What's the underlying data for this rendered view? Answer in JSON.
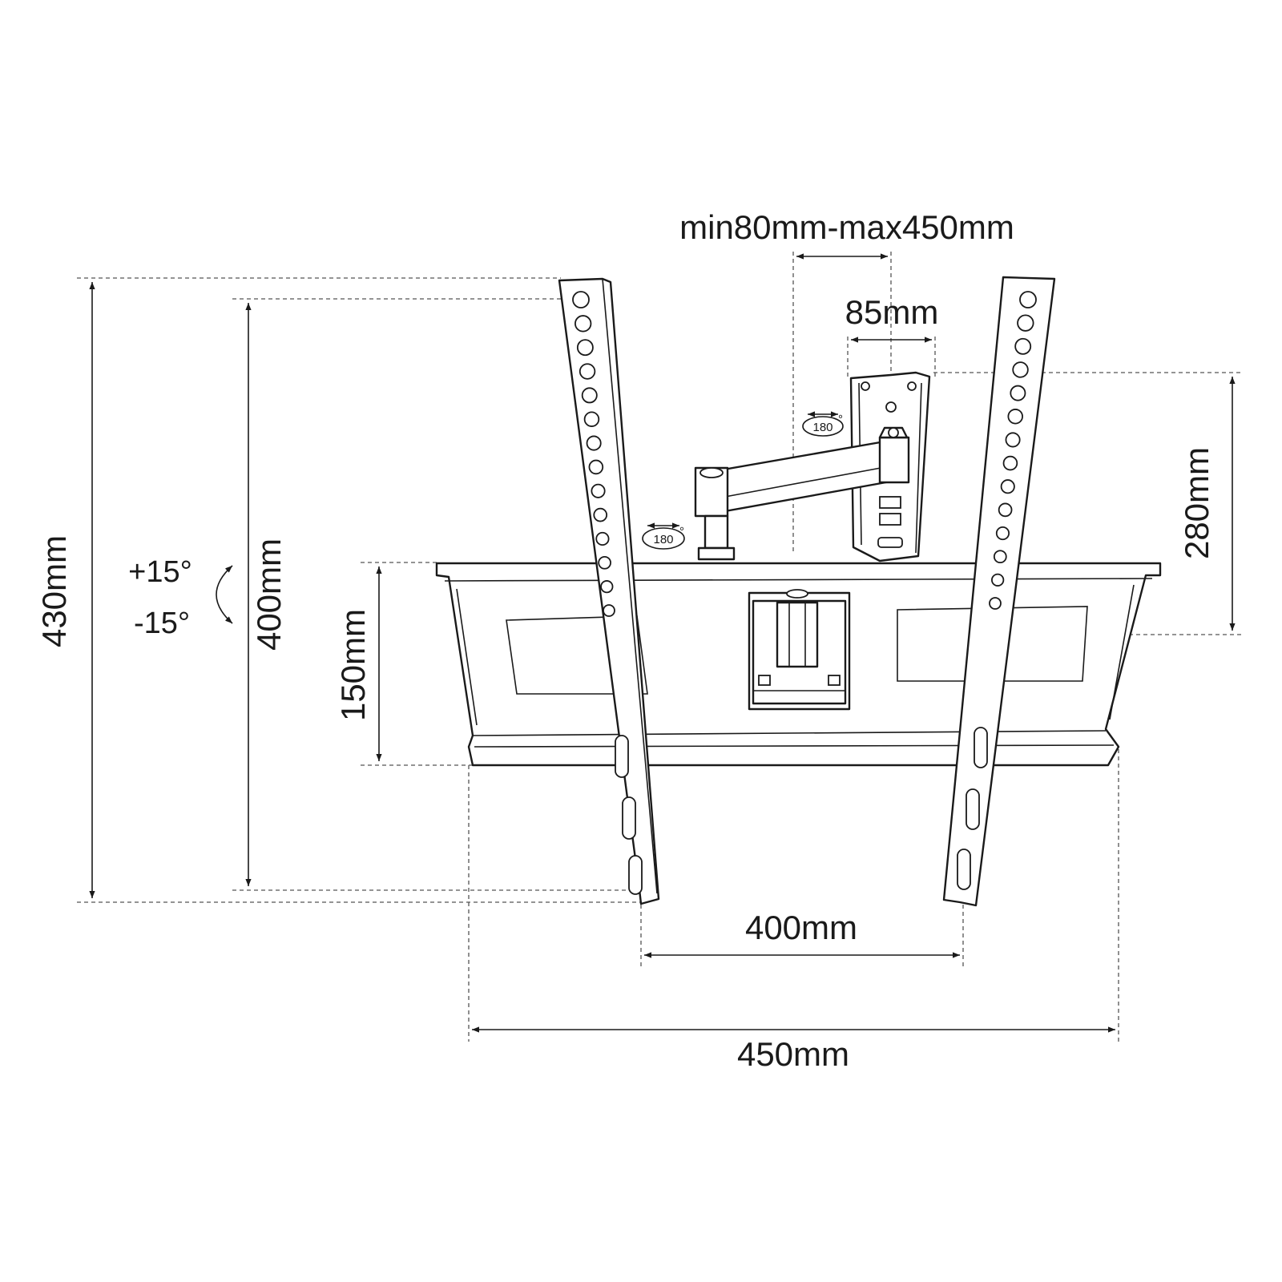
{
  "labels": {
    "extension": "min80mm-max450mm",
    "wall_plate_width": "85mm",
    "wall_plate_height": "280mm",
    "overall_height": "430mm",
    "vesa_vertical": "400mm",
    "frame_height": "150mm",
    "vesa_horizontal": "400mm",
    "frame_width": "450mm",
    "tilt_up": "+15°",
    "tilt_down": "-15°",
    "swivel_top": "180",
    "swivel_bottom": "180"
  },
  "colors": {
    "line": "#1a1a1a",
    "background": "#ffffff"
  }
}
